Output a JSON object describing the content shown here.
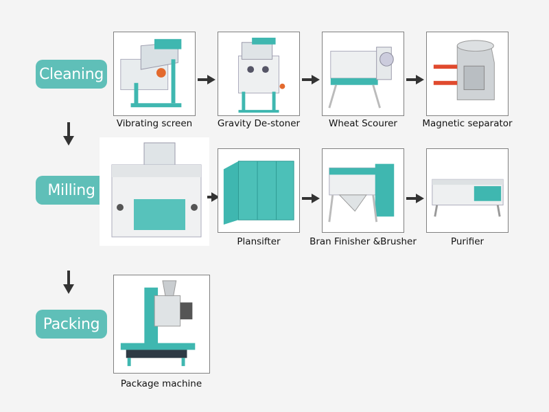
{
  "stages": {
    "cleaning": "Cleaning",
    "milling": "Milling",
    "packing": "Packing"
  },
  "machines": {
    "vibrating_screen": "Vibrating screen",
    "gravity_destoner": "Gravity De-stoner",
    "wheat_scourer": "Wheat Scourer",
    "magnetic_separator": "Magnetic separator",
    "plansifter": "Plansifter",
    "bran_finisher": "Bran Finisher &Brusher",
    "purifier": "Purifier",
    "package_machine": "Package machine"
  },
  "colors": {
    "stage_fill": "#5fbfb8",
    "machine_teal": "#3fb7b0",
    "arrow": "#333333"
  }
}
